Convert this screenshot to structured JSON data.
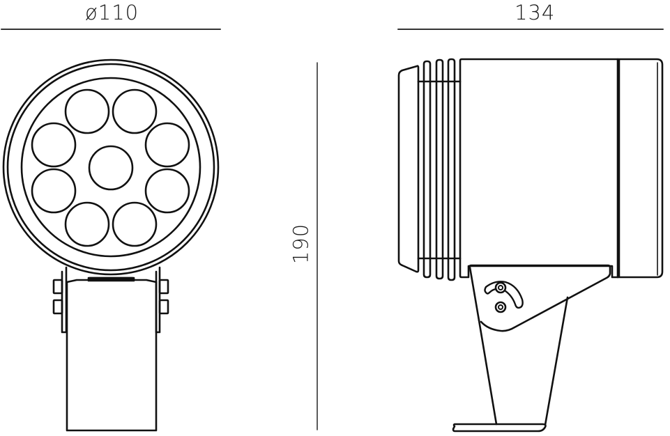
{
  "drawing": {
    "type": "technical dimension drawing",
    "subject": "LED spotlight with mounting bracket",
    "line_color": "#111111",
    "background": "#ffffff"
  },
  "dimensions": {
    "front_diameter": "ø110",
    "side_depth": "134",
    "overall_height": "190"
  },
  "views": [
    {
      "name": "front-view",
      "led_count": 9,
      "led_layout": "8 around 1 center"
    },
    {
      "name": "side-view",
      "cooling_fins": 4
    }
  ]
}
